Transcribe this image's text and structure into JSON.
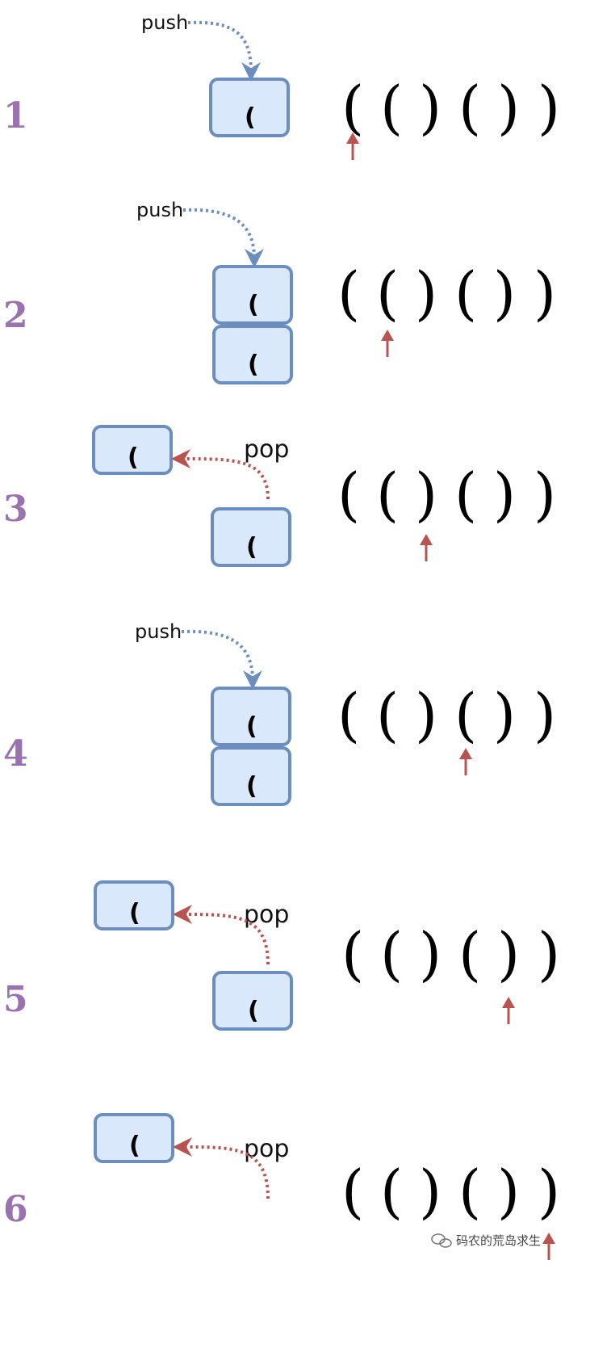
{
  "colors": {
    "box_fill": "#dae8fc",
    "box_stroke": "#6c8ebf",
    "push_arrow": "#6c8ebf",
    "pop_arrow": "#b85450",
    "pointer_arrow": "#b85450",
    "step_number": "#9b72b0"
  },
  "sequence": [
    "(",
    "(",
    ")",
    "(",
    ")",
    ")"
  ],
  "steps": [
    {
      "number": "1",
      "operation": "push",
      "stack": [
        "("
      ],
      "popped": [],
      "pointer_index": 0
    },
    {
      "number": "2",
      "operation": "push",
      "stack": [
        "(",
        "("
      ],
      "popped": [],
      "pointer_index": 1
    },
    {
      "number": "3",
      "operation": "pop",
      "stack": [
        "("
      ],
      "popped": [
        "("
      ],
      "pointer_index": 2
    },
    {
      "number": "4",
      "operation": "push",
      "stack": [
        "(",
        "("
      ],
      "popped": [],
      "pointer_index": 3
    },
    {
      "number": "5",
      "operation": "pop",
      "stack": [
        "("
      ],
      "popped": [
        "("
      ],
      "pointer_index": 4
    },
    {
      "number": "6",
      "operation": "pop",
      "stack": [],
      "popped": [
        "("
      ],
      "pointer_index": 5
    }
  ],
  "watermark": {
    "text": "码农的荒岛求生",
    "icon": "wechat-icon"
  }
}
